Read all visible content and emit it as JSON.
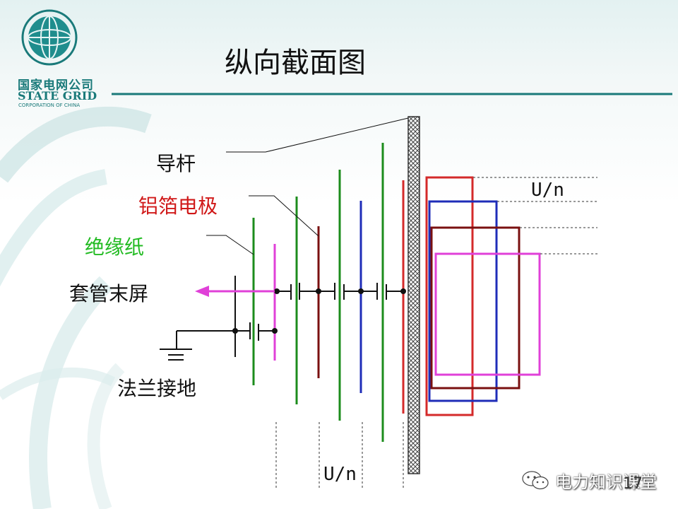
{
  "slide": {
    "title": "纵向截面图",
    "page_number": "17"
  },
  "brand": {
    "name_cn": "国家电网公司",
    "name_en": "STATE GRID",
    "tagline": "CORPORATION OF CHINA"
  },
  "labels": {
    "conductor_rod": "导杆",
    "aluminum_foil_electrode": "铝箔电极",
    "insulating_paper": "绝缘纸",
    "bushing_end_screen": "套管末屏",
    "flange_ground": "法兰接地",
    "voltage_step_right": "U/n",
    "voltage_step_bottom": "U/n"
  },
  "watermark": {
    "text": "电力知识课堂",
    "icon": "wechat-icon"
  },
  "colors": {
    "green": "#1c8c1c",
    "red": "#d42a2a",
    "blue": "#1f2db8",
    "maroon": "#7a1010",
    "magenta": "#e040d8",
    "label_red": "#d01818",
    "label_green": "#22bb22",
    "brand_teal": "#1a7a7a"
  }
}
